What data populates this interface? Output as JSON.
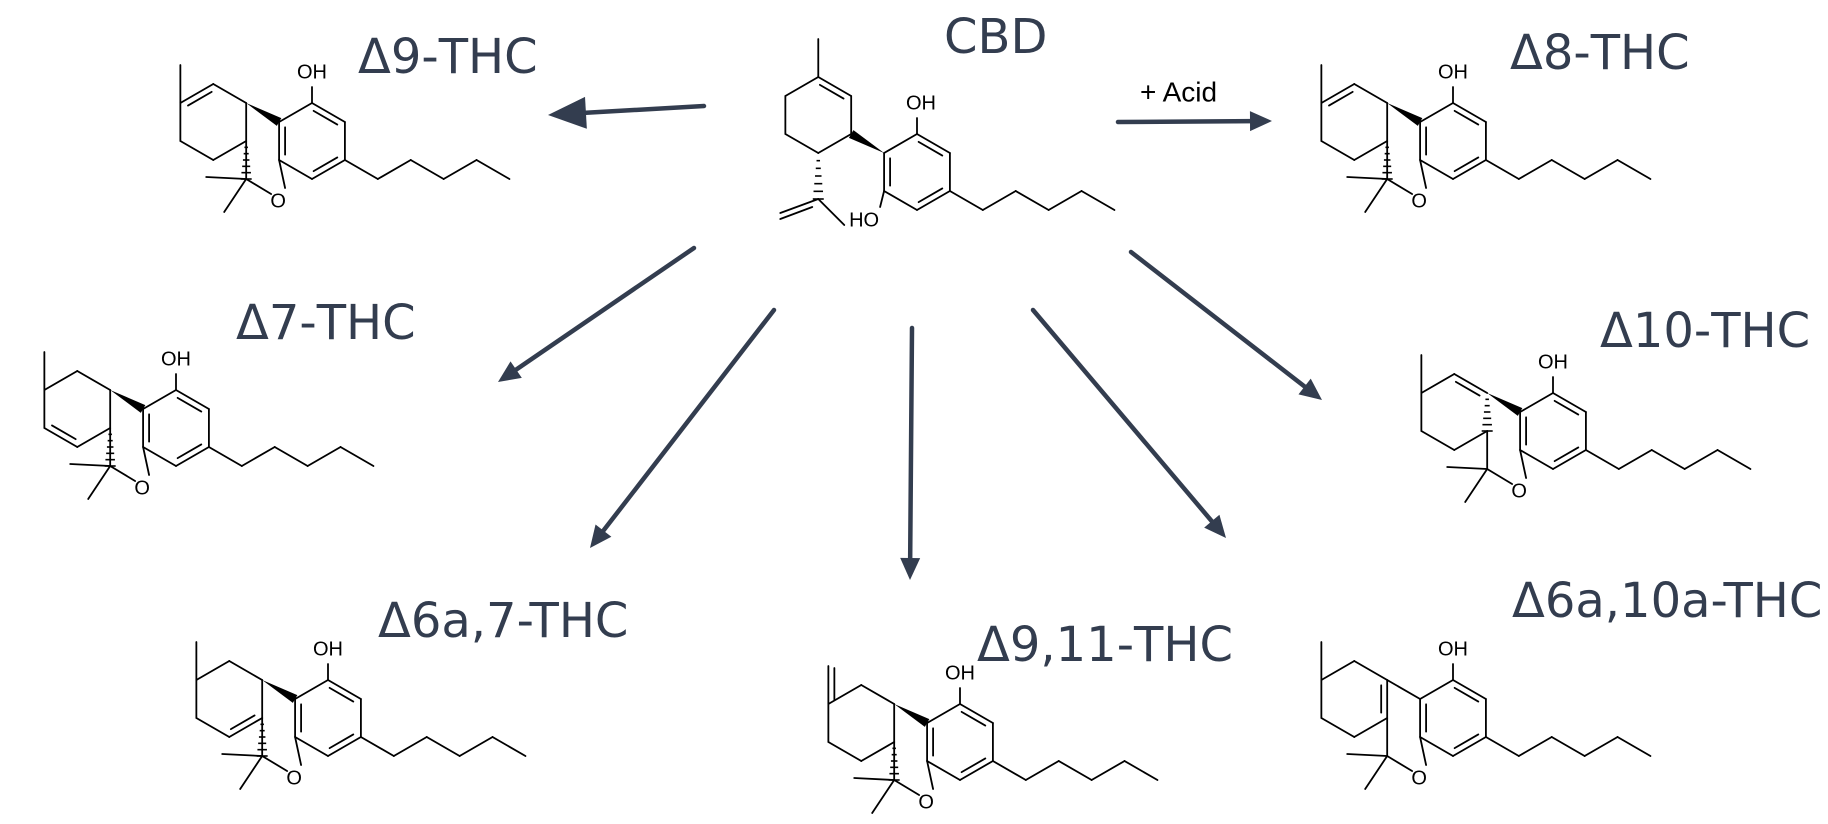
{
  "diagram": {
    "center_compound": "CBD",
    "reagent": "+ Acid",
    "atoms": {
      "hydroxyl": "OH",
      "hydroxyl_left": "HO",
      "oxygen": "O"
    },
    "products": [
      {
        "id": "d9",
        "label": "Δ9-THC"
      },
      {
        "id": "d8",
        "label": "Δ8-THC"
      },
      {
        "id": "d7",
        "label": "Δ7-THC"
      },
      {
        "id": "d10",
        "label": "Δ10-THC"
      },
      {
        "id": "d6a7",
        "label": "Δ6a,7-THC"
      },
      {
        "id": "d911",
        "label": "Δ9,11-THC"
      },
      {
        "id": "d6a10a",
        "label": "Δ6a,10a-THC"
      }
    ],
    "colors": {
      "label": "#333d4f",
      "arrow": "#333d4f",
      "structure": "#000000"
    }
  }
}
